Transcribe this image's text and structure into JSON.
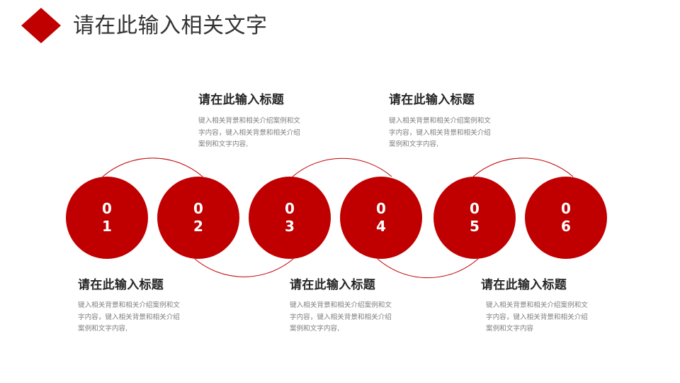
{
  "header": {
    "title": "请在此输入相关文字",
    "icon": "diamond-icon"
  },
  "colors": {
    "accent": "#C00000",
    "title_text": "#333333",
    "heading_text": "#262626",
    "body_text": "#7F7F7F",
    "arc_line": "#C00000"
  },
  "steps": [
    {
      "digit1": "0",
      "digit2": "1",
      "heading": "请在此输入标题",
      "desc": "键入相关背景和相关介绍案例和文字内容，键入相关背景和相关介绍案例和文字内容,"
    },
    {
      "digit1": "0",
      "digit2": "2",
      "heading": "请在此输入标题",
      "desc": "键入相关背景和相关介绍案例和文字内容，键入相关背景和相关介绍案例和文字内容,"
    },
    {
      "digit1": "0",
      "digit2": "3",
      "heading": "请在此输入标题",
      "desc": "键入相关背景和相关介绍案例和文字内容，键入相关背景和相关介绍案例和文字内容,"
    },
    {
      "digit1": "0",
      "digit2": "4",
      "heading": "请在此输入标题",
      "desc": "键入相关背景和相关介绍案例和文字内容，键入相关背景和相关介绍案例和文字内容,"
    },
    {
      "digit1": "0",
      "digit2": "5",
      "heading": "请在此输入标题",
      "desc": "键入相关背景和相关介绍案例和文字内容，键入相关背景和相关介绍案例和文字内容"
    },
    {
      "digit1": "0",
      "digit2": "6"
    }
  ]
}
